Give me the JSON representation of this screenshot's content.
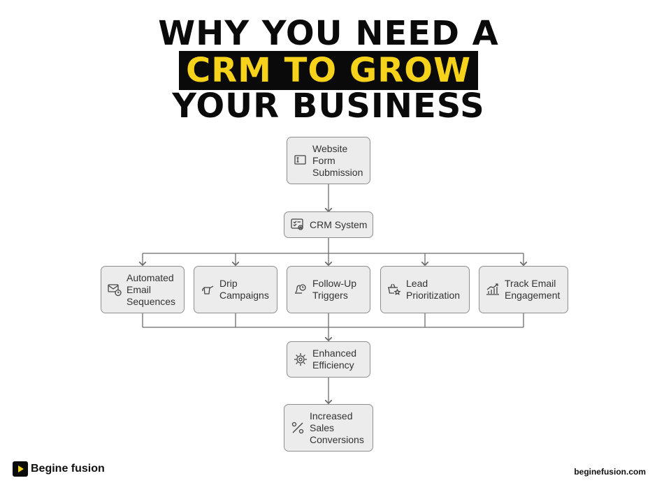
{
  "title": {
    "line1": "WHY YOU NEED A",
    "line2": "CRM TO GROW",
    "line3": "YOUR BUSINESS",
    "highlight_color": "#f7d21b"
  },
  "nodes": {
    "website_form": {
      "label": "Website\nForm\nSubmission",
      "icon": "form-icon"
    },
    "crm_system": {
      "label": "CRM System",
      "icon": "crm-dashboard-icon"
    },
    "automated_email": {
      "label": "Automated\nEmail\nSequences",
      "icon": "email-clock-icon"
    },
    "drip_campaigns": {
      "label": "Drip\nCampaigns",
      "icon": "watering-can-icon"
    },
    "follow_up": {
      "label": "Follow-Up\nTriggers",
      "icon": "bell-clock-icon"
    },
    "lead_prioritization": {
      "label": "Lead\nPrioritization",
      "icon": "basket-star-icon"
    },
    "track_email": {
      "label": "Track Email\nEngagement",
      "icon": "chart-trend-icon"
    },
    "enhanced_efficiency": {
      "label": "Enhanced\nEfficiency",
      "icon": "gear-icon"
    },
    "increased_sales": {
      "label": "Increased\nSales\nConversions",
      "icon": "percent-icon"
    }
  },
  "footer": {
    "brand": "Begine fusion",
    "website": "beginefusion.com"
  }
}
